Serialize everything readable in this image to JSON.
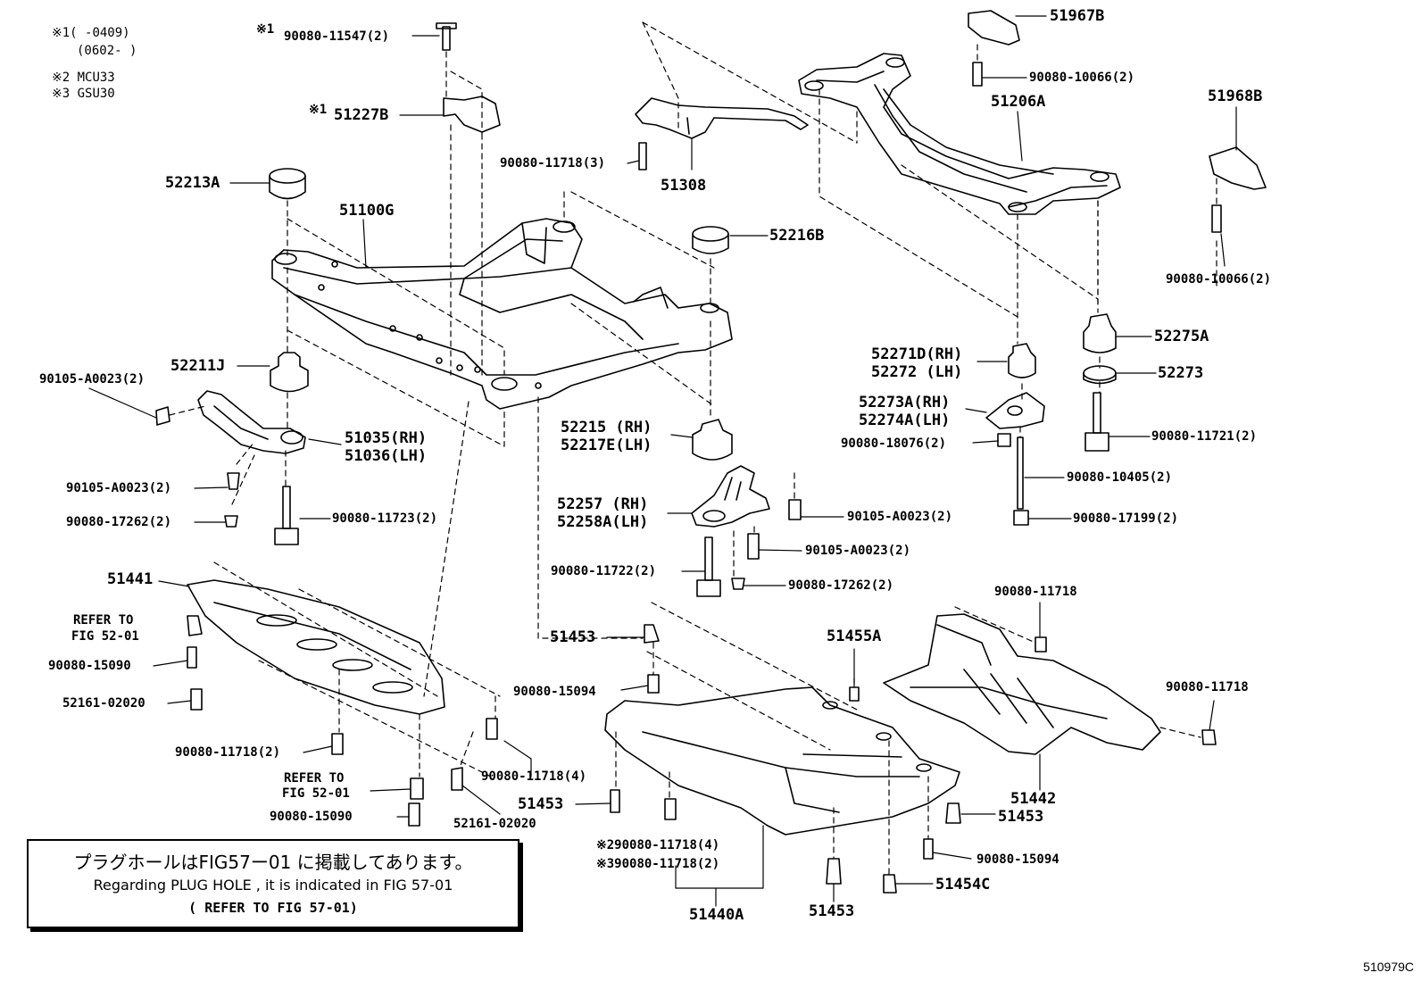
{
  "legend": {
    "ref1": "※1(      -0409)",
    "ref1b": "(0602-      )",
    "ref2": "※2 MCU33",
    "ref3": "※3 GSU30"
  },
  "labels": {
    "l_90080_11547": "90080-11547(2)",
    "l_51227B": "51227B",
    "l_mark1a": "※1",
    "l_mark1b": "※1",
    "l_52213A": "52213A",
    "l_51100G": "51100G",
    "l_52211J": "52211J",
    "l_90105_a0023_a": "90105-A0023(2)",
    "l_51035": "51035(RH)",
    "l_51036": "51036(LH)",
    "l_90105_a0023_b": "90105-A0023(2)",
    "l_90080_17262_a": "90080-17262(2)",
    "l_90080_11723": "90080-11723(2)",
    "l_90080_11718_3": "90080-11718(3)",
    "l_51308": "51308",
    "l_52216B": "52216B",
    "l_52215": "52215 (RH)",
    "l_52217E": "52217E(LH)",
    "l_52257": "52257 (RH)",
    "l_52258A": "52258A(LH)",
    "l_90105_a0023_c": "90105-A0023(2)",
    "l_90105_a0023_d": "90105-A0023(2)",
    "l_90080_11722": "90080-11722(2)",
    "l_90080_17262_b": "90080-17262(2)",
    "l_51967B": "51967B",
    "l_90080_10066_a": "90080-10066(2)",
    "l_51206A": "51206A",
    "l_51968B": "51968B",
    "l_90080_10066_b": "90080-10066(2)",
    "l_52275A": "52275A",
    "l_52271D": "52271D(RH)",
    "l_52272": "52272  (LH)",
    "l_52273": "52273",
    "l_52273A": "52273A(RH)",
    "l_52274A": "52274A(LH)",
    "l_90080_18076": "90080-18076(2)",
    "l_90080_11721": "90080-11721(2)",
    "l_90080_10405": "90080-10405(2)",
    "l_90080_17199": "90080-17199(2)",
    "l_51441": "51441",
    "l_refer1": "REFER TO",
    "l_fig1": "FIG 52-01",
    "l_90080_15090_a": "90080-15090",
    "l_52161_a": "52161-02020",
    "l_90080_11718_2": "90080-11718(2)",
    "l_refer2": "REFER TO",
    "l_fig2": "FIG 52-01",
    "l_90080_15090_b": "90080-15090",
    "l_90080_11718_4": "90080-11718(4)",
    "l_52161_b": "52161-02020",
    "l_51453_a": "51453",
    "l_90080_15094_a": "90080-15094",
    "l_51453_b": "51453",
    "l_m2": "※290080-11718(4)",
    "l_m3": "※390080-11718(2)",
    "l_51440A": "51440A",
    "l_51453_c": "51453",
    "l_51455A": "51455A",
    "l_90080_11718_r1": "90080-11718",
    "l_90080_11718_r2": "90080-11718",
    "l_51442": "51442",
    "l_51453_d": "51453",
    "l_90080_15094_b": "90080-15094",
    "l_51454C": "51454C"
  },
  "note": {
    "jp": "プラグホールはFIG57ー01 に掲載してあります。",
    "en": "Regarding PLUG HOLE , it is indicated in FIG 57-01",
    "ref": "( REFER TO FIG 57-01)"
  },
  "doc_code": "510979C"
}
